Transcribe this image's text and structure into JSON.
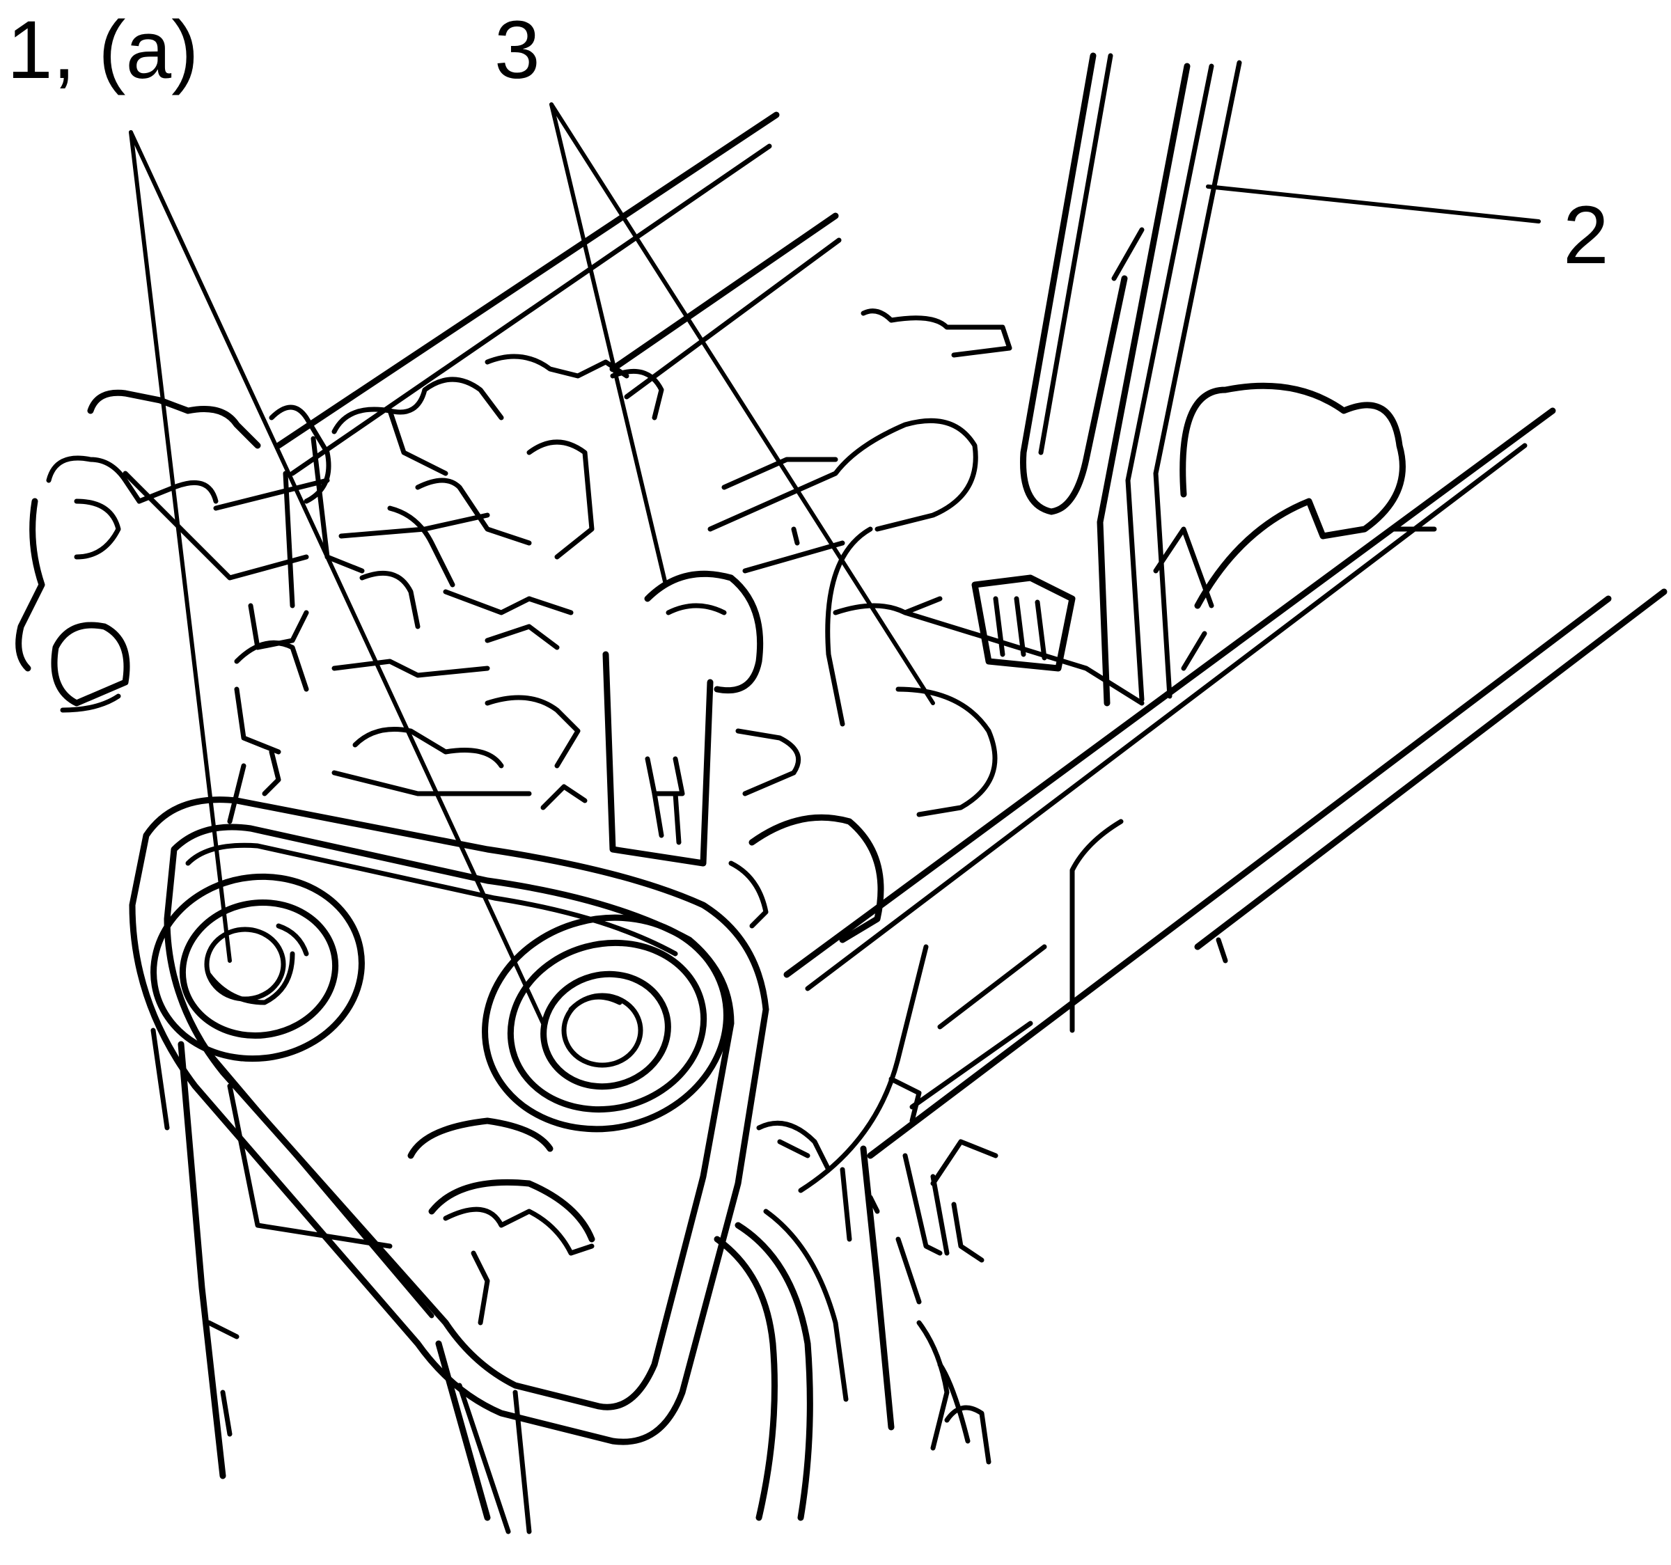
{
  "callouts": {
    "label_1a": "1, (a)",
    "label_2": "2",
    "label_3": "3"
  },
  "colors": {
    "ink": "#000000",
    "background": "#ffffff"
  }
}
